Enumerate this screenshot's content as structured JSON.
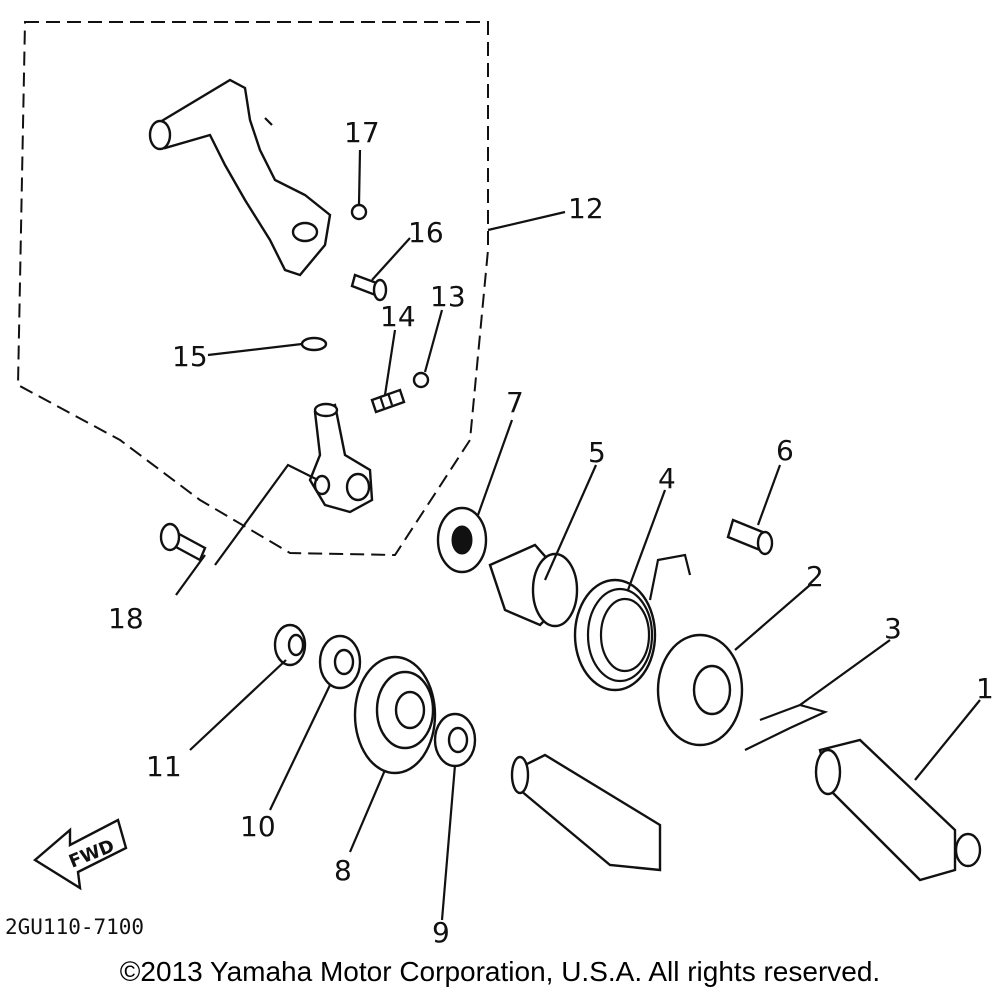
{
  "callouts": [
    "1",
    "2",
    "3",
    "4",
    "5",
    "6",
    "7",
    "8",
    "9",
    "10",
    "11",
    "12",
    "13",
    "14",
    "15",
    "16",
    "17",
    "18"
  ],
  "fwd_label": "FWD",
  "part_code": "2GU110-7100",
  "copyright": "©2013 Yamaha Motor Corporation, U.S.A. All rights reserved."
}
